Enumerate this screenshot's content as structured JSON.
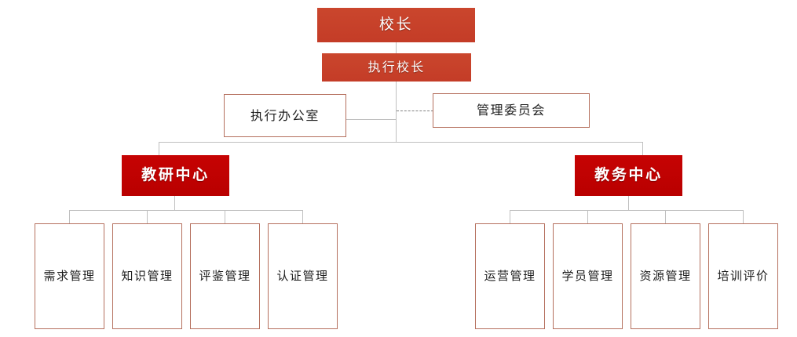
{
  "chart": {
    "type": "org-chart",
    "title_visible": false,
    "background": "#ffffff",
    "colors": {
      "top_fill": "#C9412B",
      "center_fill": "#C00000",
      "box_border": "#B5705E",
      "connector": "#BFBFBF",
      "dashed_connector": "#7F7F7F",
      "filled_text": "#FFFFFF",
      "outlined_text": "#1D1D1D"
    },
    "levels": {
      "level1": {
        "principal": {
          "label": "校长"
        }
      },
      "level2": {
        "executive_principal": {
          "label": "执行校长"
        }
      },
      "level3": {
        "executive_office": {
          "label": "执行办公室"
        },
        "management_committee": {
          "label": "管理委员会"
        }
      },
      "level4": {
        "teaching_research_center": {
          "label": "教研中心"
        },
        "academic_affairs_center": {
          "label": "教务中心"
        }
      },
      "level5": {
        "left_group": [
          {
            "label": "需求管理"
          },
          {
            "label": "知识管理"
          },
          {
            "label": "评鉴管理"
          },
          {
            "label": "认证管理"
          }
        ],
        "right_group": [
          {
            "label": "运营管理"
          },
          {
            "label": "学员管理"
          },
          {
            "label": "资源管理"
          },
          {
            "label": "培训评价"
          }
        ]
      }
    }
  }
}
